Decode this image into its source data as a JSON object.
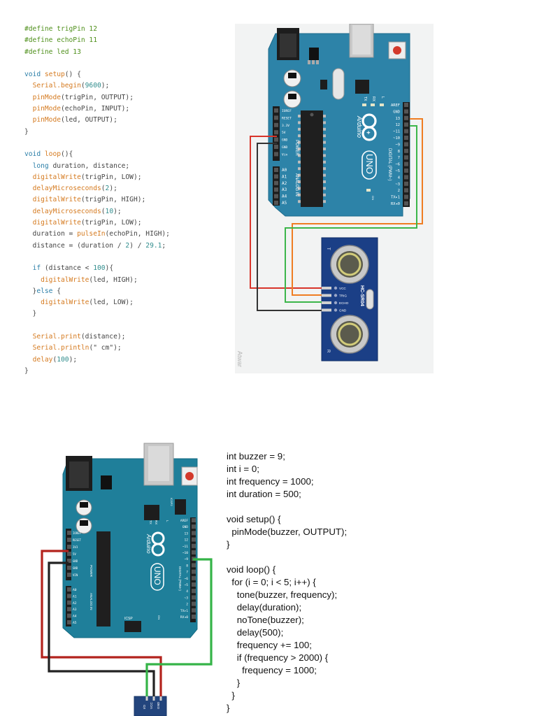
{
  "code_sample_1": {
    "lines": [
      [
        {
          "c": "dir",
          "t": "#define trigPin 12"
        }
      ],
      [
        {
          "c": "dir",
          "t": "#define echoPin 11"
        }
      ],
      [
        {
          "c": "dir",
          "t": "#define led 13"
        }
      ],
      [],
      [
        {
          "c": "kw",
          "t": "void "
        },
        {
          "c": "fn",
          "t": "setup"
        },
        {
          "c": "txt",
          "t": "() {"
        }
      ],
      [
        {
          "c": "txt",
          "t": "  "
        },
        {
          "c": "fn",
          "t": "Serial.begin"
        },
        {
          "c": "txt",
          "t": "("
        },
        {
          "c": "num",
          "t": "9600"
        },
        {
          "c": "txt",
          "t": ");"
        }
      ],
      [
        {
          "c": "txt",
          "t": "  "
        },
        {
          "c": "fn",
          "t": "pinMode"
        },
        {
          "c": "txt",
          "t": "(trigPin, OUTPUT);"
        }
      ],
      [
        {
          "c": "txt",
          "t": "  "
        },
        {
          "c": "fn",
          "t": "pinMode"
        },
        {
          "c": "txt",
          "t": "(echoPin, INPUT);"
        }
      ],
      [
        {
          "c": "txt",
          "t": "  "
        },
        {
          "c": "fn",
          "t": "pinMode"
        },
        {
          "c": "txt",
          "t": "(led, OUTPUT);"
        }
      ],
      [
        {
          "c": "txt",
          "t": "}"
        }
      ],
      [],
      [
        {
          "c": "kw",
          "t": "void "
        },
        {
          "c": "fn",
          "t": "loop"
        },
        {
          "c": "txt",
          "t": "(){"
        }
      ],
      [
        {
          "c": "txt",
          "t": "  "
        },
        {
          "c": "kw",
          "t": "long"
        },
        {
          "c": "txt",
          "t": " duration, distance;"
        }
      ],
      [
        {
          "c": "txt",
          "t": "  "
        },
        {
          "c": "fn",
          "t": "digitalWrite"
        },
        {
          "c": "txt",
          "t": "(trigPin, LOW);"
        }
      ],
      [
        {
          "c": "txt",
          "t": "  "
        },
        {
          "c": "fn",
          "t": "delayMicroseconds"
        },
        {
          "c": "txt",
          "t": "("
        },
        {
          "c": "num",
          "t": "2"
        },
        {
          "c": "txt",
          "t": ");"
        }
      ],
      [
        {
          "c": "txt",
          "t": "  "
        },
        {
          "c": "fn",
          "t": "digitalWrite"
        },
        {
          "c": "txt",
          "t": "(trigPin, HIGH);"
        }
      ],
      [
        {
          "c": "txt",
          "t": "  "
        },
        {
          "c": "fn",
          "t": "delayMicroseconds"
        },
        {
          "c": "txt",
          "t": "("
        },
        {
          "c": "num",
          "t": "10"
        },
        {
          "c": "txt",
          "t": ");"
        }
      ],
      [
        {
          "c": "txt",
          "t": "  "
        },
        {
          "c": "fn",
          "t": "digitalWrite"
        },
        {
          "c": "txt",
          "t": "(trigPin, LOW);"
        }
      ],
      [
        {
          "c": "txt",
          "t": "  duration = "
        },
        {
          "c": "fn",
          "t": "pulseIn"
        },
        {
          "c": "txt",
          "t": "(echoPin, HIGH);"
        }
      ],
      [
        {
          "c": "txt",
          "t": "  distance = (duration / "
        },
        {
          "c": "num",
          "t": "2"
        },
        {
          "c": "txt",
          "t": ") / "
        },
        {
          "c": "num",
          "t": "29.1"
        },
        {
          "c": "txt",
          "t": ";"
        }
      ],
      [],
      [
        {
          "c": "txt",
          "t": "  "
        },
        {
          "c": "kw",
          "t": "if"
        },
        {
          "c": "txt",
          "t": " (distance < "
        },
        {
          "c": "num",
          "t": "100"
        },
        {
          "c": "txt",
          "t": "){"
        }
      ],
      [
        {
          "c": "txt",
          "t": "    "
        },
        {
          "c": "fn",
          "t": "digitalWrite"
        },
        {
          "c": "txt",
          "t": "(led, HIGH);"
        }
      ],
      [
        {
          "c": "txt",
          "t": "  }"
        },
        {
          "c": "kw",
          "t": "else"
        },
        {
          "c": "txt",
          "t": " {"
        }
      ],
      [
        {
          "c": "txt",
          "t": "    "
        },
        {
          "c": "fn",
          "t": "digitalWrite"
        },
        {
          "c": "txt",
          "t": "(led, LOW);"
        }
      ],
      [
        {
          "c": "txt",
          "t": "  }"
        }
      ],
      [],
      [
        {
          "c": "txt",
          "t": "  "
        },
        {
          "c": "fn",
          "t": "Serial.print"
        },
        {
          "c": "txt",
          "t": "(distance);"
        }
      ],
      [
        {
          "c": "txt",
          "t": "  "
        },
        {
          "c": "fn",
          "t": "Serial.println"
        },
        {
          "c": "txt",
          "t": "(\" cm\");"
        }
      ],
      [
        {
          "c": "txt",
          "t": "  "
        },
        {
          "c": "fn",
          "t": "delay"
        },
        {
          "c": "txt",
          "t": "("
        },
        {
          "c": "num",
          "t": "100"
        },
        {
          "c": "txt",
          "t": ");"
        }
      ],
      [
        {
          "c": "txt",
          "t": "}"
        }
      ]
    ]
  },
  "code_sample_2": {
    "lines": [
      "int buzzer = 9;",
      "int i = 0;",
      "int frequency = 1000;",
      "int duration = 500;",
      "",
      "void setup() {",
      "  pinMode(buzzer, OUTPUT);",
      "}",
      "",
      "void loop() {",
      "  for (i = 0; i < 5; i++) {",
      "    tone(buzzer, frequency);",
      "    delay(duration);",
      "    noTone(buzzer);",
      "    delay(500);",
      "    frequency += 100;",
      "    if (frequency > 2000) {",
      "      frequency = 1000;",
      "    }",
      "  }",
      "}"
    ]
  },
  "diagram_1": {
    "board": {
      "brand": "Arduino",
      "model": "UNO",
      "power_pins": [
        "IOREF",
        "RESET",
        "3.3V",
        "5V",
        "GND",
        "GND",
        "Vin"
      ],
      "power_label": "POWER",
      "analog_pins": [
        "A0",
        "A1",
        "A2",
        "A3",
        "A4",
        "A5"
      ],
      "analog_label": "ANALOG IN",
      "digital_pins": [
        "AREF",
        "GND",
        "13",
        "12",
        "~11",
        "~10",
        "~9",
        "8",
        "7",
        "~6",
        "~5",
        "4",
        "~3",
        "2",
        "TX▸1",
        "RX◂0"
      ],
      "digital_label": "DIGITAL (PWM~)",
      "tx_label": "TX",
      "rx_label": "RX",
      "l_label": "L",
      "on_label": "ON"
    },
    "sensor": {
      "model": "HC-SR04",
      "pins": [
        "VCC",
        "TRIG",
        "ECHO",
        "GND"
      ],
      "t_label": "T",
      "r_label": "R"
    },
    "watermark": "Atwar",
    "wire_colors": {
      "red": "#d8342a",
      "black": "#333333",
      "orange": "#ef7d22",
      "green": "#3cb64a"
    }
  },
  "diagram_2": {
    "board": {
      "brand": "Arduino",
      "model": "UNO",
      "reset_label": "RESET",
      "icsp_label": "ICSP",
      "icsp2_label": "ICSP2",
      "power_pins": [
        "IOREF",
        "RESET",
        "3V3",
        "5V",
        "GND",
        "GND",
        "VIN"
      ],
      "power_label": "POWER",
      "analog_pins": [
        "A0",
        "A1",
        "A2",
        "A3",
        "A4",
        "A5"
      ],
      "analog_label": "ANALOG IN",
      "digital_pins": [
        "AREF",
        "GND",
        "13",
        "12",
        "~11",
        "~10",
        "~9",
        "8",
        "7",
        "~6",
        "~5",
        "4",
        "~3",
        "2",
        "TX▸1",
        "RX◂0"
      ],
      "digital_label": "DIGITAL (PWM~)",
      "tx_label": "TX",
      "rx_label": "RX",
      "l_label": "L",
      "on_label": "ON"
    },
    "module_pins": [
      "I/O",
      "VCC",
      "GND"
    ],
    "wire_colors": {
      "red": "#b3231d",
      "black": "#222222",
      "green": "#35b448"
    }
  }
}
